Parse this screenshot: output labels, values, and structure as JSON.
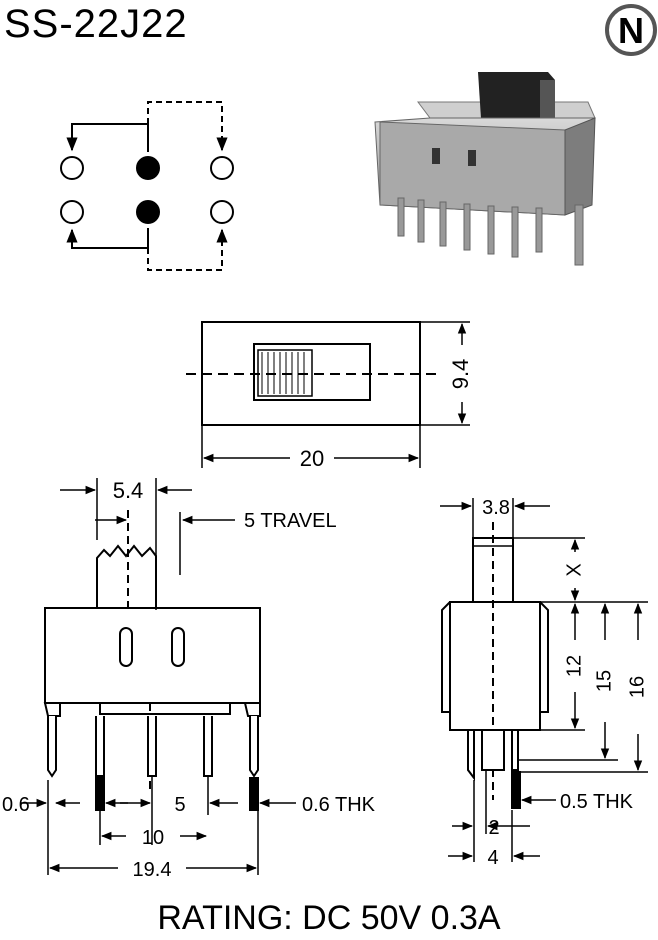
{
  "title": "SS-22J22",
  "logo_letter": "N",
  "rating": "RATING: DC 50V 0.3A",
  "dimensions": {
    "top_width": "20",
    "top_height": "9.4",
    "actuator_width": "5.4",
    "travel": "5 TRAVEL",
    "pin_offset": "0.6",
    "pin_pitch": "5",
    "pin_thickness": "0.6 THK",
    "pin_span": "10",
    "body_width": "19.4",
    "side_actuator": "3.8",
    "side_x": "X",
    "side_h1": "12",
    "side_h2": "15",
    "side_h3": "16",
    "side_pin_thk": "0.5 THK",
    "side_pin_gap": "2",
    "side_pin_span": "4"
  }
}
